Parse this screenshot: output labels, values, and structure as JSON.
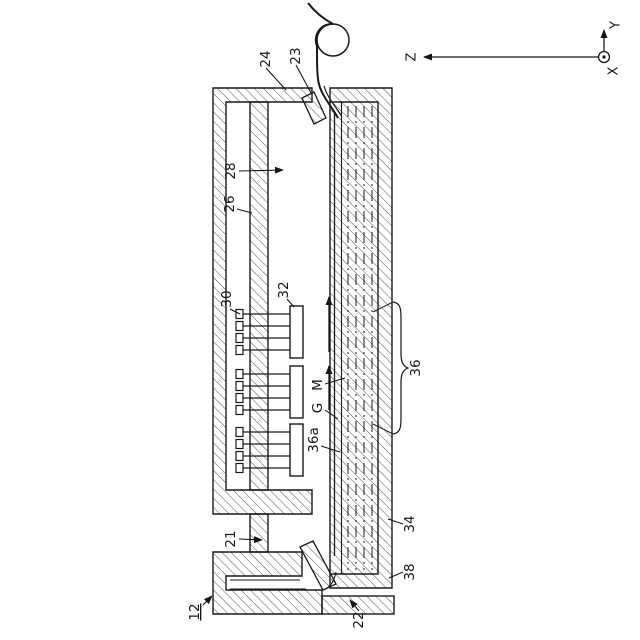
{
  "figure_labels": {
    "r24": "24",
    "r23": "23",
    "r26": "26",
    "r28": "28",
    "r30": "30",
    "r32": "32",
    "rM": "M",
    "rG": "G",
    "r36a": "36a",
    "r36": "36",
    "r34": "34",
    "r38": "38",
    "r22": "22",
    "r21": "21",
    "r12": "12"
  },
  "axes": {
    "x": "X",
    "y": "Y",
    "z": "Z"
  },
  "colors": {
    "ink": "#1a1a1a",
    "paper": "#ffffff"
  }
}
